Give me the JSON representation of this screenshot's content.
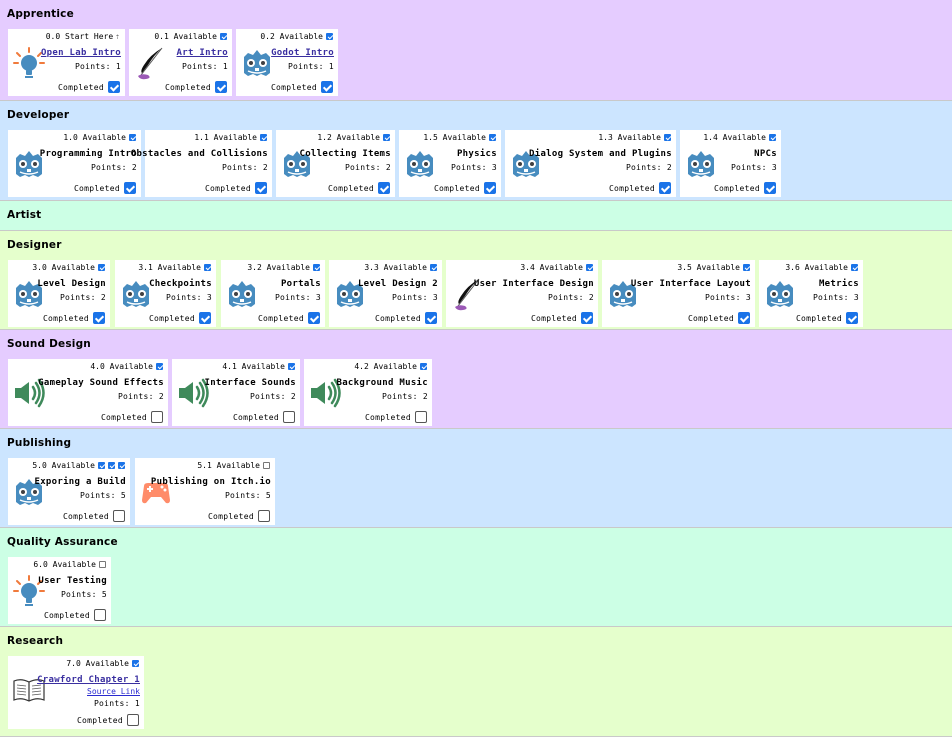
{
  "colors": {
    "purple": "#e5ccff",
    "blue": "#cce5ff",
    "mint": "#ccffe5",
    "lime": "#e5ffcc",
    "godot": "#478cbf",
    "bulb": "#f07a3c",
    "sound": "#3f8a5b",
    "controller": "#ff8c6a",
    "link": "#3a2fa0",
    "check": "#1a73e8"
  },
  "sections": [
    {
      "title": "Apprentice",
      "color": "purple",
      "cards": [
        {
          "num": "0.0",
          "status": "Start Here",
          "icon": "lightbulb-icon",
          "title": "Open Lab Intro",
          "title_link": true,
          "points": "Points: 1",
          "completed_label": "Completed",
          "completed": true,
          "avail_checks": []
        },
        {
          "num": "0.1",
          "status": "Available",
          "icon": "quill-icon",
          "title": "Art Intro",
          "title_link": true,
          "points": "Points: 1",
          "completed_label": "Completed",
          "completed": true,
          "avail_checks": [
            true
          ]
        },
        {
          "num": "0.2",
          "status": "Available",
          "icon": "godot-icon",
          "title": "Godot Intro",
          "title_link": true,
          "points": "Points: 1",
          "completed_label": "Completed",
          "completed": true,
          "avail_checks": [
            true
          ]
        }
      ]
    },
    {
      "title": "Developer",
      "color": "blue",
      "cards": [
        {
          "num": "1.0",
          "status": "Available",
          "icon": "godot-icon",
          "title": "Programming Intro",
          "points": "Points: 2",
          "completed_label": "Completed",
          "completed": true,
          "avail_checks": [
            true
          ]
        },
        {
          "num": "1.1",
          "status": "Available",
          "icon": "none",
          "title": "Obstacles and Collisions",
          "points": "Points: 2",
          "completed_label": "Completed",
          "completed": true,
          "avail_checks": [
            true
          ]
        },
        {
          "num": "1.2",
          "status": "Available",
          "icon": "godot-icon",
          "title": "Collecting Items",
          "points": "Points: 2",
          "completed_label": "Completed",
          "completed": true,
          "avail_checks": [
            true
          ]
        },
        {
          "num": "1.5",
          "status": "Available",
          "icon": "godot-icon",
          "title": "Physics",
          "points": "Points: 3",
          "completed_label": "Completed",
          "completed": true,
          "avail_checks": [
            true
          ]
        },
        {
          "num": "1.3",
          "status": "Available",
          "icon": "godot-icon",
          "title": "Dialog System and Plugins",
          "points": "Points: 2",
          "completed_label": "Completed",
          "completed": true,
          "avail_checks": [
            true
          ]
        },
        {
          "num": "1.4",
          "status": "Available",
          "icon": "godot-icon",
          "title": "NPCs",
          "points": "Points: 3",
          "completed_label": "Completed",
          "completed": true,
          "avail_checks": [
            true
          ]
        }
      ]
    },
    {
      "title": "Artist",
      "color": "mint",
      "cards": []
    },
    {
      "title": "Designer",
      "color": "lime",
      "cards": [
        {
          "num": "3.0",
          "status": "Available",
          "icon": "godot-icon",
          "title": "Level Design",
          "points": "Points: 2",
          "completed_label": "Completed",
          "completed": true,
          "avail_checks": [
            true
          ]
        },
        {
          "num": "3.1",
          "status": "Available",
          "icon": "godot-icon",
          "title": "Checkpoints",
          "points": "Points: 3",
          "completed_label": "Completed",
          "completed": true,
          "avail_checks": [
            true
          ]
        },
        {
          "num": "3.2",
          "status": "Available",
          "icon": "godot-icon",
          "title": "Portals",
          "points": "Points: 3",
          "completed_label": "Completed",
          "completed": true,
          "avail_checks": [
            true
          ]
        },
        {
          "num": "3.3",
          "status": "Available",
          "icon": "godot-icon",
          "title": "Level Design 2",
          "points": "Points: 3",
          "completed_label": "Completed",
          "completed": true,
          "avail_checks": [
            true
          ]
        },
        {
          "num": "3.4",
          "status": "Available",
          "icon": "quill-icon",
          "title": "User Interface Design",
          "points": "Points: 2",
          "completed_label": "Completed",
          "completed": true,
          "avail_checks": [
            true
          ]
        },
        {
          "num": "3.5",
          "status": "Available",
          "icon": "godot-icon",
          "title": "User Interface Layout",
          "points": "Points: 3",
          "completed_label": "Completed",
          "completed": true,
          "avail_checks": [
            true
          ]
        },
        {
          "num": "3.6",
          "status": "Available",
          "icon": "godot-icon",
          "title": "Metrics",
          "points": "Points: 3",
          "completed_label": "Completed",
          "completed": true,
          "avail_checks": [
            true
          ]
        }
      ]
    },
    {
      "title": "Sound Design",
      "color": "purple",
      "cards": [
        {
          "num": "4.0",
          "status": "Available",
          "icon": "speaker-icon",
          "title": "Gameplay Sound Effects",
          "points": "Points: 2",
          "completed_label": "Completed",
          "completed": false,
          "avail_checks": [
            true
          ]
        },
        {
          "num": "4.1",
          "status": "Available",
          "icon": "speaker-icon",
          "title": "Interface Sounds",
          "points": "Points: 2",
          "completed_label": "Completed",
          "completed": false,
          "avail_checks": [
            true
          ]
        },
        {
          "num": "4.2",
          "status": "Available",
          "icon": "speaker-icon",
          "title": "Background Music",
          "points": "Points: 2",
          "completed_label": "Completed",
          "completed": false,
          "avail_checks": [
            true
          ]
        }
      ]
    },
    {
      "title": "Publishing",
      "color": "blue",
      "cards": [
        {
          "num": "5.0",
          "status": "Available",
          "icon": "godot-icon",
          "title": "Exporing a Build",
          "points": "Points: 5",
          "completed_label": "Completed",
          "completed": false,
          "avail_checks": [
            true,
            true,
            true
          ]
        },
        {
          "num": "5.1",
          "status": "Available",
          "icon": "controller-icon",
          "title": "Publishing on Itch.io",
          "points": "Points: 5",
          "completed_label": "Completed",
          "completed": false,
          "avail_checks": [
            false
          ]
        }
      ]
    },
    {
      "title": "Quality Assurance",
      "color": "mint",
      "cards": [
        {
          "num": "6.0",
          "status": "Available",
          "icon": "lightbulb-icon",
          "title": "User Testing",
          "points": "Points: 5",
          "completed_label": "Completed",
          "completed": false,
          "avail_checks": [
            false
          ]
        }
      ]
    },
    {
      "title": "Research",
      "color": "lime",
      "cards": [
        {
          "num": "7.0",
          "status": "Available",
          "icon": "book-icon",
          "title": "Crawford Chapter 1",
          "title_link": true,
          "source_link": "Source Link",
          "points": "Points: 1",
          "completed_label": "Completed",
          "completed": false,
          "avail_checks": [
            true
          ]
        }
      ]
    }
  ]
}
